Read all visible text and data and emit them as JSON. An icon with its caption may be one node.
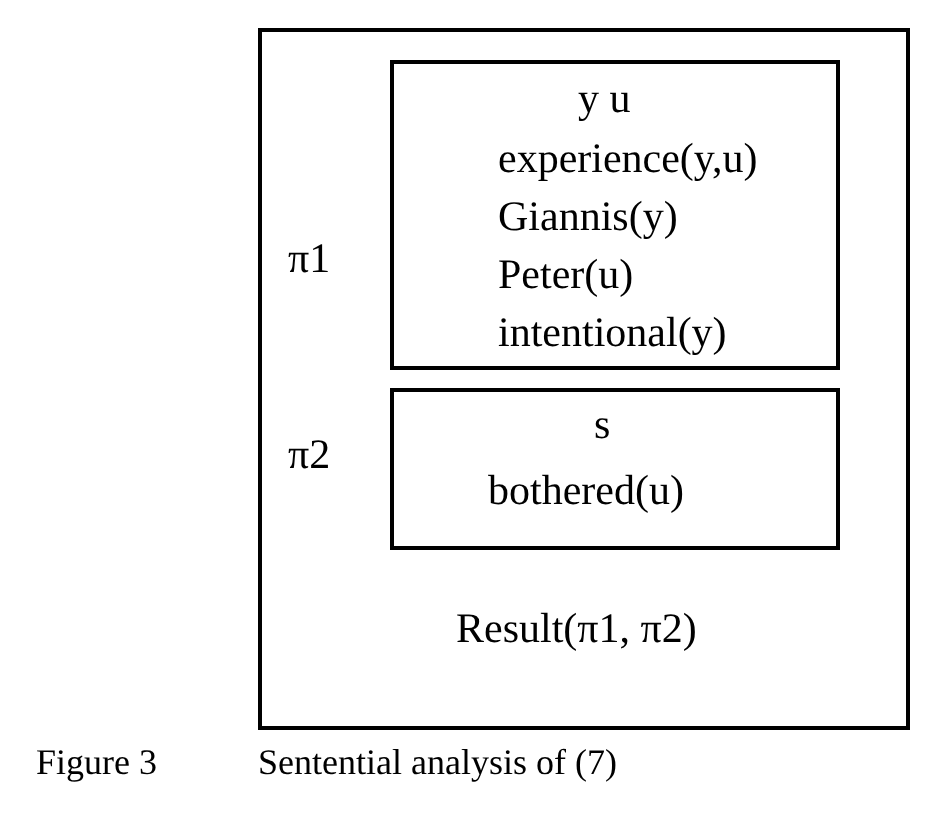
{
  "diagram": {
    "nodes": [
      {
        "text": [
          "Result(π1, π2)"
        ]
      },
      {
        "text": [
          "y u",
          "experience(y,u)",
          "Giannis(y)",
          "Peter(u)",
          "intentional(y)"
        ],
        "in": 0,
        "beside": [
          "π1"
        ]
      },
      {
        "text": [
          "s",
          "bothered(u)"
        ],
        "in": 0,
        "beside": [
          "π2"
        ]
      }
    ],
    "labels": [
      "Figure 3",
      "Sentential analysis of (7)"
    ]
  }
}
